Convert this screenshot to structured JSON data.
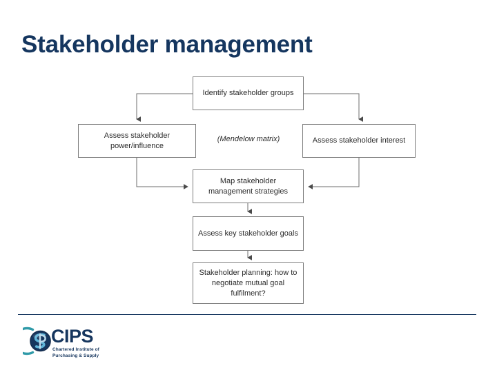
{
  "slide": {
    "title": "Stakeholder management",
    "title_color": "#15365f",
    "background_color": "#ffffff"
  },
  "diagram": {
    "type": "flowchart",
    "border_color": "#7b7b7b",
    "connector_color": "#6e6e6e",
    "nodes": [
      {
        "id": "identify",
        "label": "Identify stakeholder groups"
      },
      {
        "id": "power",
        "label": "Assess stakeholder power/influence"
      },
      {
        "id": "interest",
        "label": "Assess stakeholder interest"
      },
      {
        "id": "map",
        "label": "Map stakeholder management strategies"
      },
      {
        "id": "goals",
        "label": "Assess key stakeholder goals"
      },
      {
        "id": "planning",
        "label": "Stakeholder planning: how to negotiate mutual goal fulfilment?"
      }
    ],
    "annotation": "(Mendelow matrix)",
    "edges": [
      {
        "from": "identify",
        "to": "power"
      },
      {
        "from": "identify",
        "to": "interest"
      },
      {
        "from": "power",
        "to": "map"
      },
      {
        "from": "interest",
        "to": "map"
      },
      {
        "from": "map",
        "to": "goals"
      },
      {
        "from": "goals",
        "to": "planning"
      }
    ]
  },
  "footer": {
    "divider_color": "#15365f",
    "logo": {
      "wordmark": "CIPS",
      "tagline_line1": "Chartered Institute of",
      "tagline_line2": "Purchasing & Supply",
      "mark_color": "#16365e",
      "mark_accent_color": "#4aa3c7",
      "mark_arc_color": "#2f9aa8"
    }
  }
}
